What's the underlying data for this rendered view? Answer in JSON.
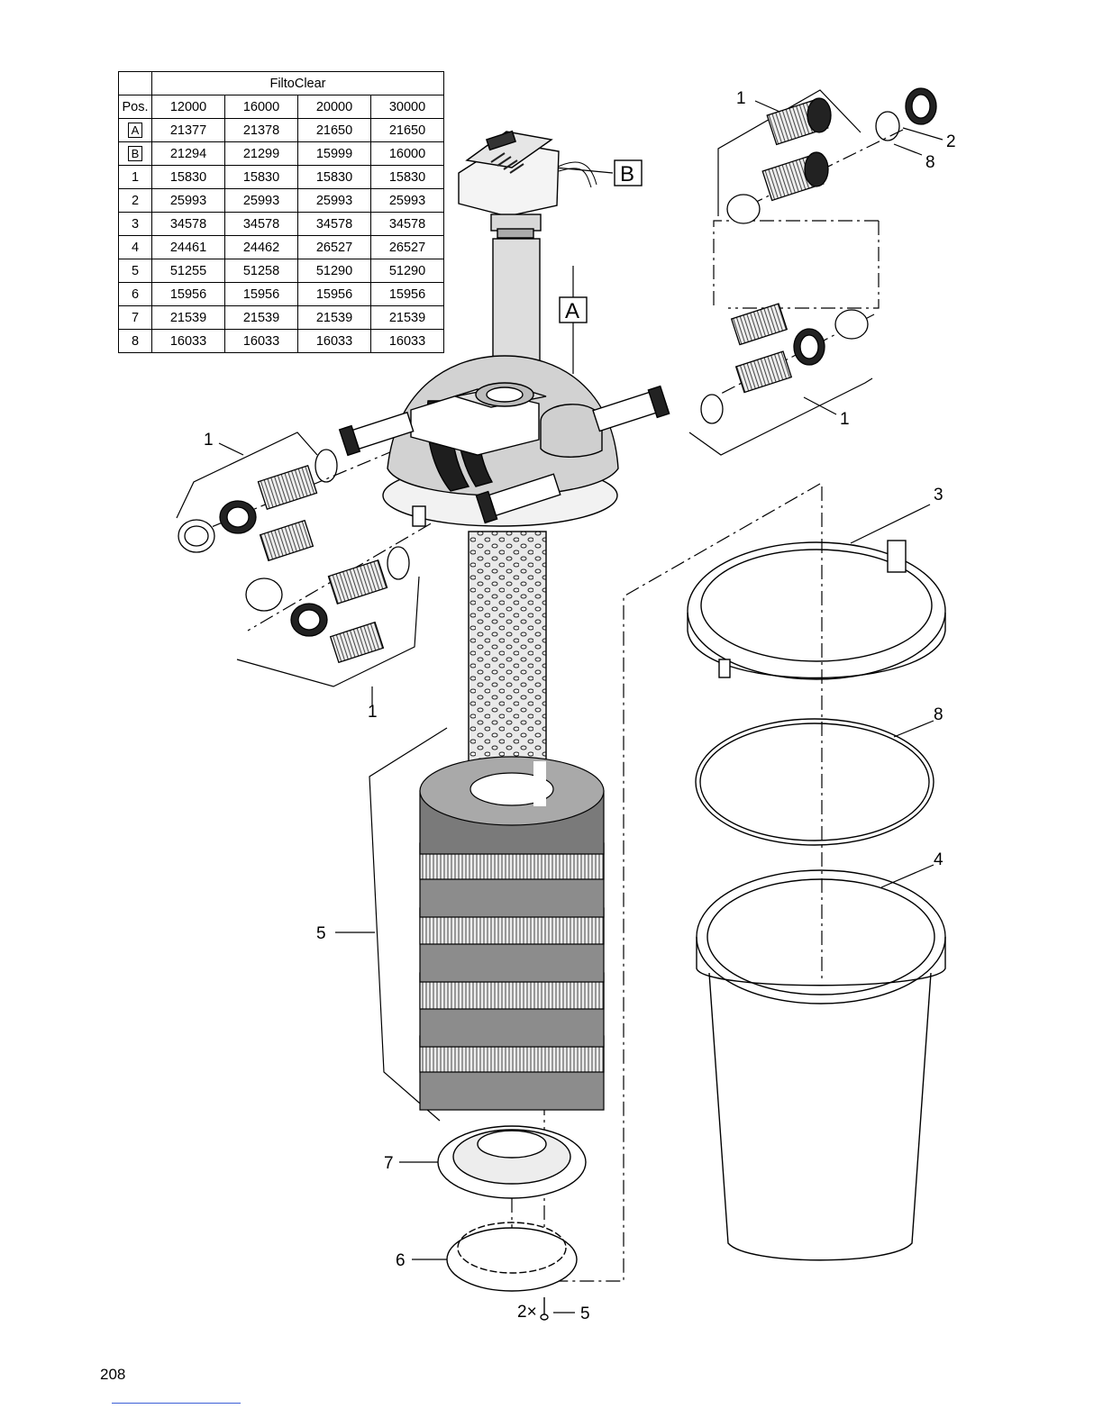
{
  "table": {
    "header_pos": "Pos.",
    "product_title": "FiltoClear",
    "models": [
      "12000",
      "16000",
      "20000",
      "30000"
    ],
    "rows": [
      {
        "pos": "A",
        "boxed": true,
        "values": [
          "21377",
          "21378",
          "21650",
          "21650"
        ]
      },
      {
        "pos": "B",
        "boxed": true,
        "values": [
          "21294",
          "21299",
          "15999",
          "16000"
        ]
      },
      {
        "pos": "1",
        "boxed": false,
        "values": [
          "15830",
          "15830",
          "15830",
          "15830"
        ]
      },
      {
        "pos": "2",
        "boxed": false,
        "values": [
          "25993",
          "25993",
          "25993",
          "25993"
        ]
      },
      {
        "pos": "3",
        "boxed": false,
        "values": [
          "34578",
          "34578",
          "34578",
          "34578"
        ]
      },
      {
        "pos": "4",
        "boxed": false,
        "values": [
          "24461",
          "24462",
          "26527",
          "26527"
        ]
      },
      {
        "pos": "5",
        "boxed": false,
        "values": [
          "51255",
          "51258",
          "51290",
          "51290"
        ]
      },
      {
        "pos": "6",
        "boxed": false,
        "values": [
          "15956",
          "15956",
          "15956",
          "15956"
        ]
      },
      {
        "pos": "7",
        "boxed": false,
        "values": [
          "21539",
          "21539",
          "21539",
          "21539"
        ]
      },
      {
        "pos": "8",
        "boxed": false,
        "values": [
          "16033",
          "16033",
          "16033",
          "16033"
        ]
      }
    ]
  },
  "callouts": {
    "a": "A",
    "b": "B",
    "c1_top_right": "1",
    "c2": "2",
    "c8_top": "8",
    "c1_right": "1",
    "c1_left": "1",
    "c1_left_lower": "1",
    "c3": "3",
    "c8": "8",
    "c4": "4",
    "c5": "5",
    "c7": "7",
    "c6": "6",
    "c2x": "2×",
    "c5_screw": "5"
  },
  "page": {
    "number": "208"
  },
  "colors": {
    "ink": "#000000",
    "fill_light": "#f2f2f2",
    "fill_mid": "#c8c8c8",
    "fill_dark": "#8c8c8c",
    "fill_darker": "#6e6e6e",
    "footer_rule": "#3c5fd6"
  }
}
